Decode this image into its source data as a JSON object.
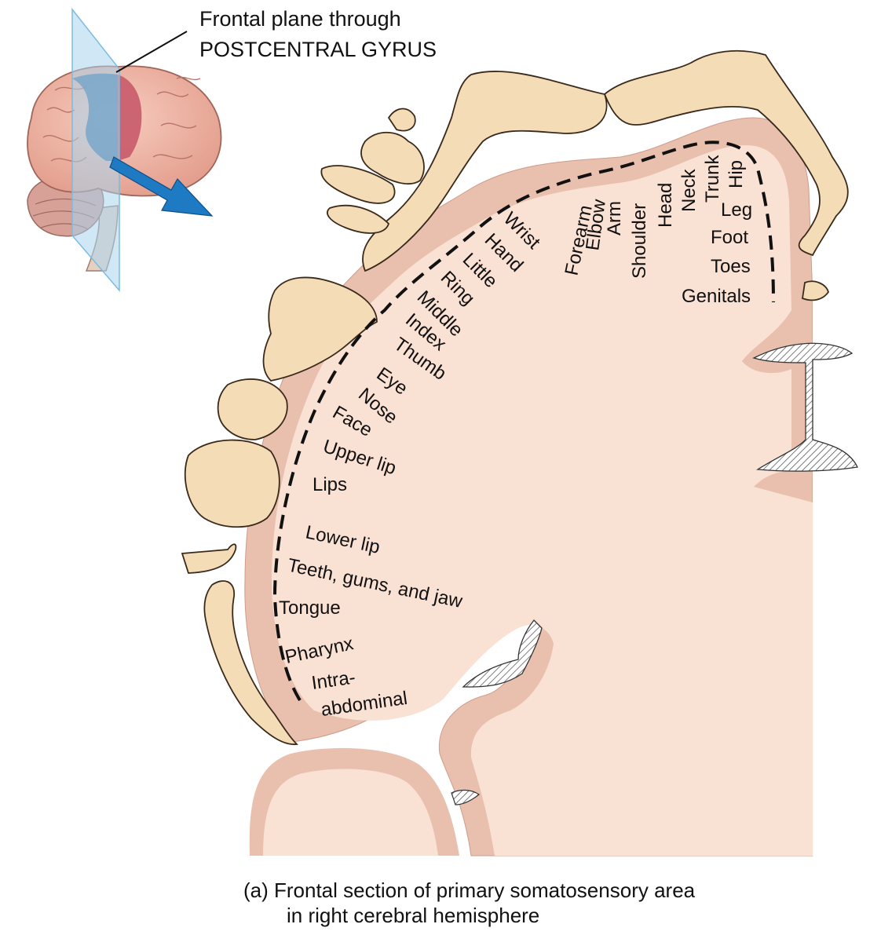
{
  "inset": {
    "label_line1": "Frontal plane through",
    "label_line2": "POSTCENTRAL GYRUS"
  },
  "regions": [
    {
      "key": "genitals",
      "label": "Genitals"
    },
    {
      "key": "toes",
      "label": "Toes"
    },
    {
      "key": "foot",
      "label": "Foot"
    },
    {
      "key": "leg",
      "label": "Leg"
    },
    {
      "key": "hip",
      "label": "Hip"
    },
    {
      "key": "trunk",
      "label": "Trunk"
    },
    {
      "key": "neck",
      "label": "Neck"
    },
    {
      "key": "head",
      "label": "Head"
    },
    {
      "key": "shoulder",
      "label": "Shoulder"
    },
    {
      "key": "arm",
      "label": "Arm"
    },
    {
      "key": "elbow",
      "label": "Elbow"
    },
    {
      "key": "forearm",
      "label": "Forearm"
    },
    {
      "key": "wrist",
      "label": "Wrist"
    },
    {
      "key": "hand",
      "label": "Hand"
    },
    {
      "key": "little",
      "label": "Little"
    },
    {
      "key": "ring",
      "label": "Ring"
    },
    {
      "key": "middle",
      "label": "Middle"
    },
    {
      "key": "index",
      "label": "Index"
    },
    {
      "key": "thumb",
      "label": "Thumb"
    },
    {
      "key": "eye",
      "label": "Eye"
    },
    {
      "key": "nose",
      "label": "Nose"
    },
    {
      "key": "face",
      "label": "Face"
    },
    {
      "key": "upper_lip",
      "label": "Upper lip"
    },
    {
      "key": "lips",
      "label": "Lips"
    },
    {
      "key": "lower_lip",
      "label": "Lower lip"
    },
    {
      "key": "teeth",
      "label": "Teeth, gums, and jaw"
    },
    {
      "key": "tongue",
      "label": "Tongue"
    },
    {
      "key": "pharynx",
      "label": "Pharynx"
    },
    {
      "key": "intra1",
      "label": "Intra-"
    },
    {
      "key": "intra2",
      "label": "abdominal"
    }
  ],
  "caption": {
    "line1": "(a) Frontal section of primary somatosensory area",
    "line2": "in right cerebral hemisphere"
  },
  "colors": {
    "cortex": "#e9bfae",
    "white_matter": "#f9e1d4",
    "homunculus": "#f3dcb6",
    "brain_inset": "#f1b7a6",
    "gyrus_highlight": "#c85a6a",
    "plane": "#a9d6ee",
    "arrow": "#1f7ac4"
  }
}
